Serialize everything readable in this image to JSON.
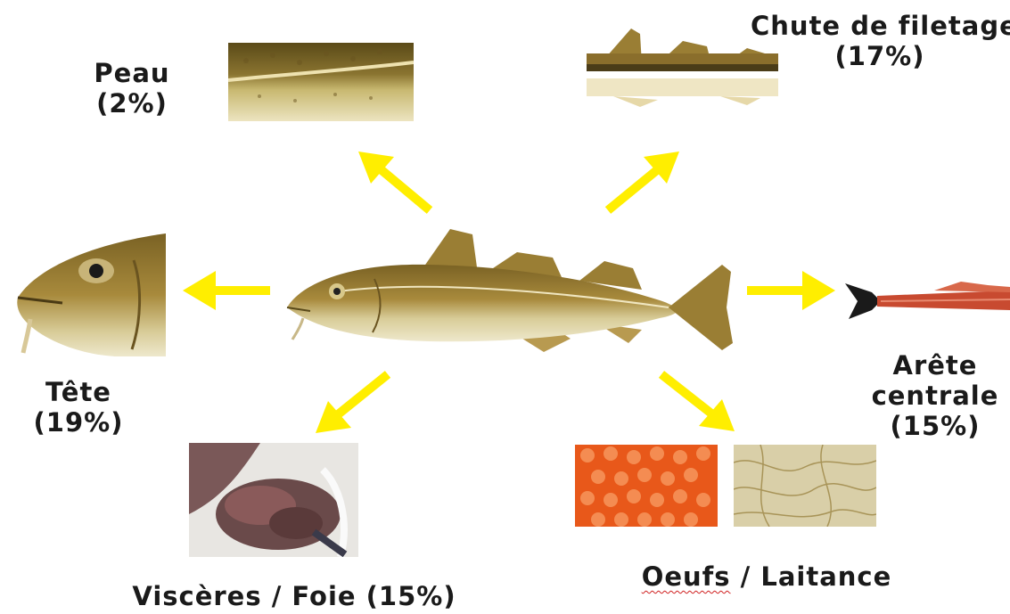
{
  "labels": {
    "peau": {
      "name": "Peau",
      "pct": "(2%)"
    },
    "chute": {
      "name": "Chute de filetage",
      "pct": "(17%)"
    },
    "tete": {
      "name": "Tête",
      "pct": "(19%)"
    },
    "arete": {
      "line1": "Arête",
      "line2": "centrale",
      "pct": "(15%)"
    },
    "visceres": {
      "text": "Viscères / Foie (15%)"
    },
    "oeufs": {
      "word": "Oeufs",
      "rest": " / Laitance"
    }
  },
  "colors": {
    "arrow": "#ffee00",
    "fish_body": "#a88a3c",
    "fish_belly": "#e8e0b8",
    "roe": "#e8581a",
    "milt": "#d9cfa8",
    "viscera": "#6a4a4a",
    "spine_red": "#c84a30"
  },
  "icons": [
    "cod-fish-image",
    "fish-skin-image",
    "fillet-trimmings-image",
    "fish-head-image",
    "backbone-image",
    "viscera-image",
    "roe-image",
    "milt-image",
    "arrow-icon"
  ]
}
